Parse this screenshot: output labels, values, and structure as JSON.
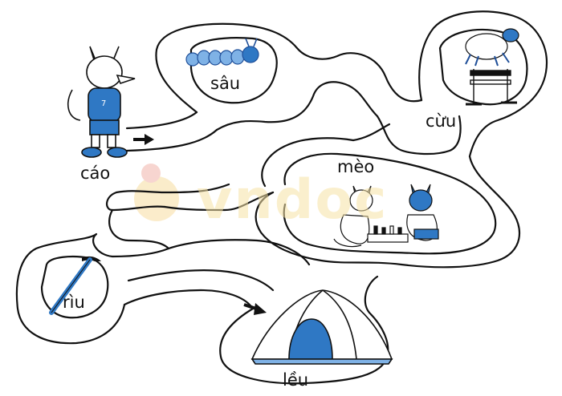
{
  "labels": {
    "fox": "cáo",
    "caterpillar": "sâu",
    "sheep": "cừu",
    "cats": "mèo",
    "ice_axe": "rìu",
    "tent": "lều"
  },
  "watermark": "vndoc",
  "colors": {
    "line": "#111111",
    "blue": "#2f78c4",
    "light_blue": "#7fb2e6",
    "dark_blue": "#1f4f99",
    "watermark": "#f6e3a6"
  },
  "icons": [
    "fox-icon",
    "caterpillar-icon",
    "sheep-icon",
    "hurdle-icon",
    "cats-chess-icon",
    "ice-axe-icon",
    "tent-icon",
    "arrow-right-icon"
  ]
}
